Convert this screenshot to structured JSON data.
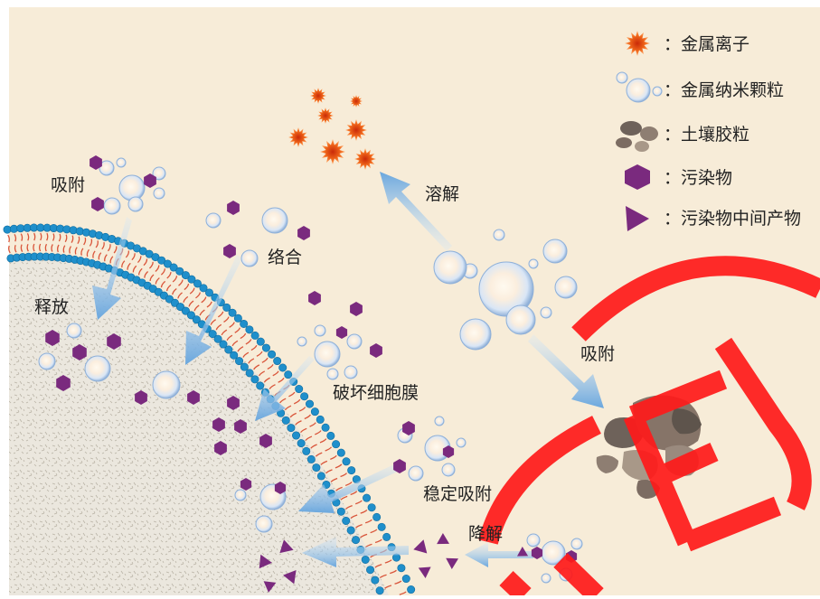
{
  "legend": {
    "metal_ion": "：金属离子",
    "metal_nanoparticle": "：金属纳米颗粒",
    "soil_colloid": "：土壤胶粒",
    "pollutant": "：污染物",
    "pollutant_intermediate": "：污染物中间产物"
  },
  "labels": {
    "dissolution": "溶解",
    "adsorption_top": "吸附",
    "adsorption_right": "吸附",
    "complexation": "络合",
    "release": "释放",
    "membrane_damage": "破坏细胞膜",
    "stable_adsorption": "稳定吸附",
    "degradation": "降解"
  },
  "colors": {
    "background": "#f7ecd8",
    "nanoparticle": "#dfe9f7",
    "nanoparticle_rim": "#8fb0d8",
    "nanoparticle_core": "#fff6e4",
    "pollutant": "#7a2a7e",
    "ion_outer": "#ff7a1a",
    "ion_inner": "#e33c10",
    "colloid": "#7a6a60",
    "membrane_head": "#1f8fcb",
    "membrane_tail": "#d9553a",
    "cell_interior": "#e9e5dc",
    "arrow": "#7fb5e5",
    "watermark": "#ff1a1a"
  }
}
